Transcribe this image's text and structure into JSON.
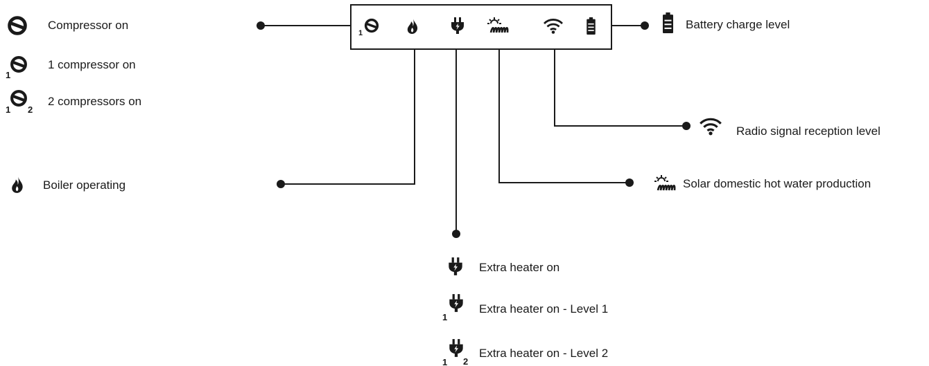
{
  "legend": {
    "compressor_on": "Compressor on",
    "one_compressor_on": "1 compressor on",
    "two_compressors_on": "2 compressors on",
    "boiler_operating": "Boiler operating",
    "extra_heater_on": "Extra heater on",
    "extra_heater_level1": "Extra heater on - Level 1",
    "extra_heater_level2": "Extra heater on - Level 2",
    "battery_charge": "Battery charge level",
    "radio_signal": "Radio signal reception level",
    "solar_dhw": "Solar domestic hot water production"
  },
  "sub": {
    "one": "1",
    "two": "2"
  },
  "display_icons": [
    "compressor-icon",
    "flame-icon",
    "plug-icon",
    "solar-coil-icon",
    "wifi-icon",
    "battery-icon"
  ],
  "colors": {
    "ink": "#1a1a1a",
    "background": "#ffffff"
  }
}
